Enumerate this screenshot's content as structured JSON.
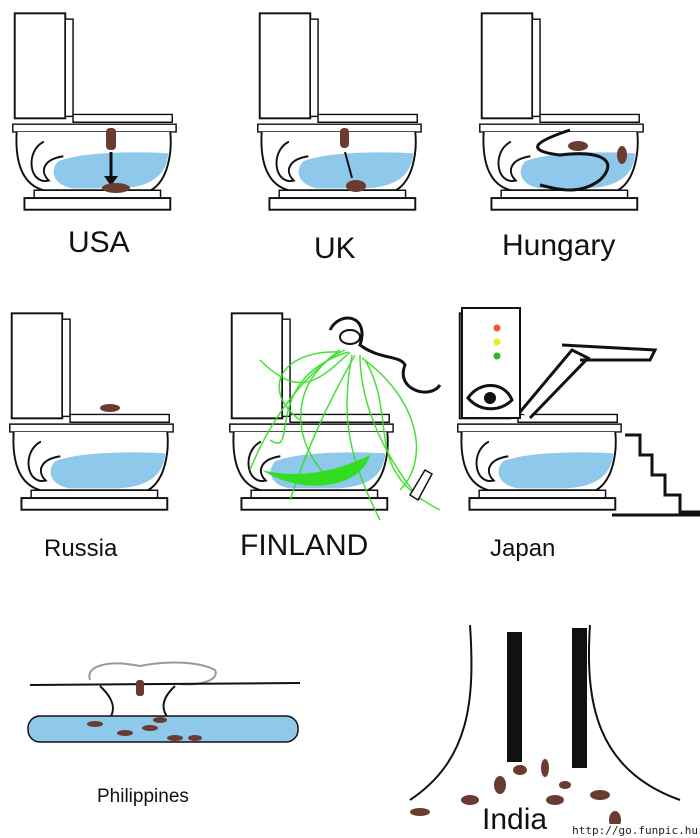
{
  "panels": [
    {
      "label": "USA"
    },
    {
      "label": "UK"
    },
    {
      "label": "Hungary"
    },
    {
      "label": "Russia"
    },
    {
      "label": "FINLAND"
    },
    {
      "label": "Japan"
    },
    {
      "label": "Philippines"
    },
    {
      "label": "India"
    }
  ],
  "watermark": "http://go.funpic.hu",
  "colors": {
    "water": "#8ec8ea",
    "poop": "#6b3b32",
    "vomit": "#33dd22",
    "ink": "#111111"
  }
}
